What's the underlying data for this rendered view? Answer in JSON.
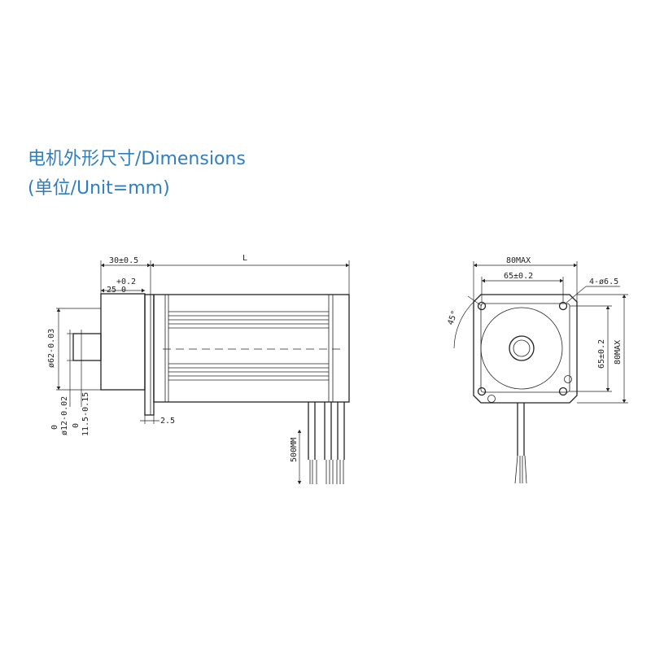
{
  "title": {
    "line1": "电机外形尺寸/Dimensions",
    "line2": "(单位/Unit=mm)"
  },
  "side_view": {
    "dim_flange_length": "30±0.5",
    "dim_body_length": "L",
    "dim_boss_tol": "+0.2",
    "dim_boss": "25 0",
    "dim_pilot": "ø62-0.03",
    "dim_shaft_dia": "ø12-0.02",
    "dim_shaft_dia_tol": "0",
    "dim_flat": "11.5-0.15",
    "dim_flat_tol": "0",
    "dim_flange_thk": "2.5",
    "dim_lead": "500MM"
  },
  "front_view": {
    "dim_width": "80MAX",
    "dim_hole_pitch": "65±0.2",
    "dim_holes": "4-ø6.5",
    "dim_angle": "45°",
    "dim_hole_pitch_v": "65±0.2",
    "dim_height": "80MAX"
  },
  "colors": {
    "title": "#2f7ec0",
    "line": "#222222"
  }
}
